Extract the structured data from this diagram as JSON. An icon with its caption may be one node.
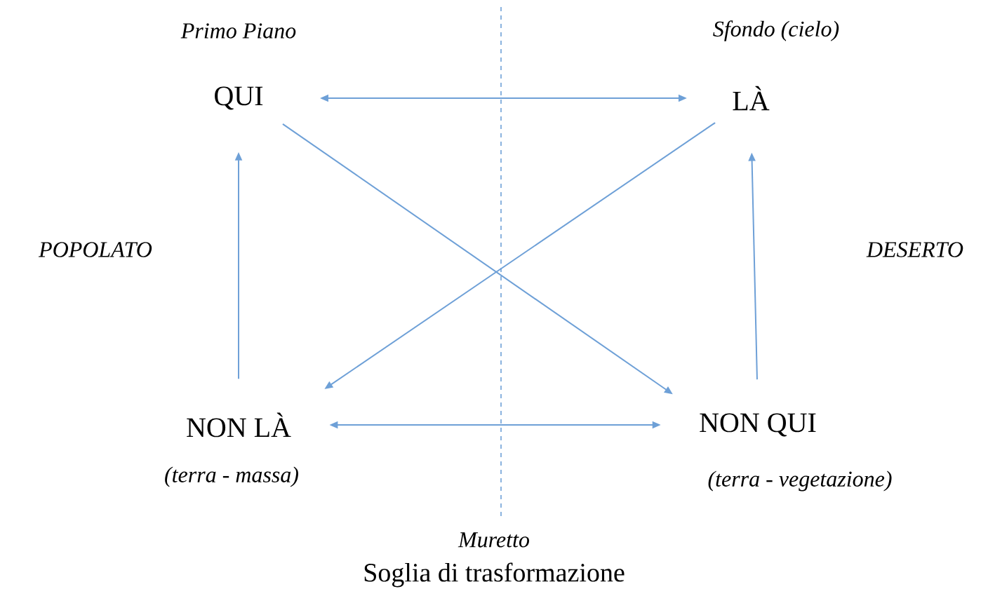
{
  "diagram": {
    "nodes": [
      {
        "text": [
          "QUI"
        ],
        "beside": [
          "Primo Piano"
        ]
      },
      {
        "text": [
          "LÀ"
        ],
        "beside": [
          "Sfondo (cielo)"
        ]
      },
      {
        "text": [
          "NON LÀ"
        ],
        "beside": [
          "(terra - massa)"
        ]
      },
      {
        "text": [
          "NON QUI"
        ],
        "beside": [
          "(terra - vegetazione)"
        ]
      }
    ],
    "edges": [
      {
        "from": 0,
        "to": 1,
        "arrow": "both"
      },
      {
        "from": 2,
        "to": 0,
        "arrow": "to"
      },
      {
        "from": 3,
        "to": 1,
        "arrow": "to"
      },
      {
        "from": 0,
        "to": 3,
        "arrow": "to"
      },
      {
        "from": 1,
        "to": 2,
        "arrow": "to"
      },
      {
        "from": 2,
        "to": 3,
        "arrow": "both"
      }
    ],
    "labels": [
      "POPOLATO",
      "DESERTO",
      "Muretto",
      "Soglia di trasformazione"
    ]
  }
}
